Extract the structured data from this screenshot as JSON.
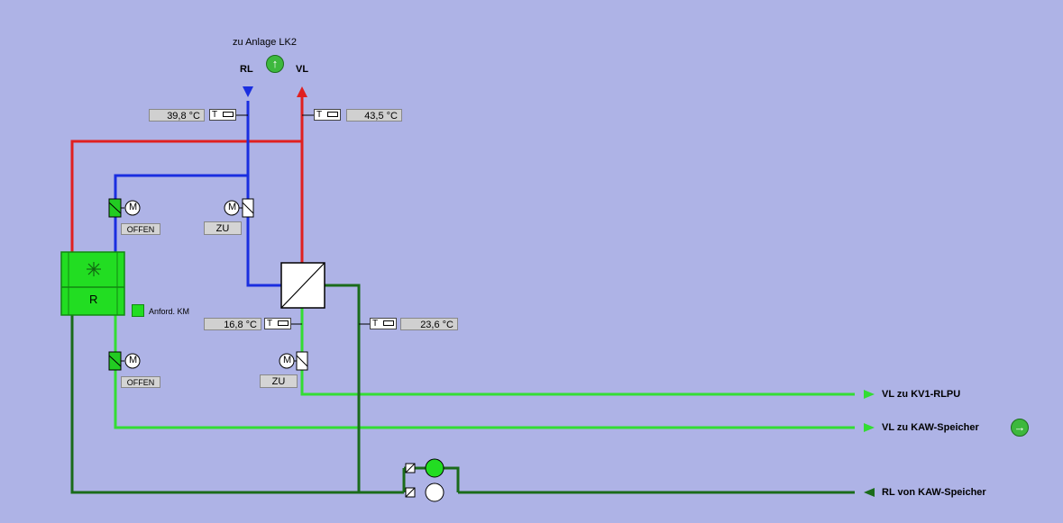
{
  "top": {
    "title": "zu Anlage LK2",
    "rl_label": "RL",
    "vl_label": "VL"
  },
  "temperatures": {
    "rl_top": "39,8  °C",
    "vl_top": "43,5  °C",
    "hx_left": "16,8  °C",
    "hx_right": "23,6  °C"
  },
  "sensors": {
    "label": "T"
  },
  "valves": {
    "v1_state": "OFFEN",
    "v2_state": "ZU",
    "v3_state": "OFFEN",
    "v4_state": "ZU",
    "motor_glyph": "M"
  },
  "chiller": {
    "label": "R",
    "request_label": "Anford. KM",
    "request_active": true
  },
  "outlets": {
    "vl_kv1": "VL zu KV1-RLPU",
    "vl_kaw": "VL zu KAW-Speicher",
    "rl_kaw": "RL von KAW-Speicher"
  },
  "colors": {
    "background": "#aeb3e6",
    "hot": "#e02020",
    "cold_return": "#1a2ee0",
    "chilled_supply": "#33dd33",
    "chilled_return": "#1a6b1a"
  }
}
